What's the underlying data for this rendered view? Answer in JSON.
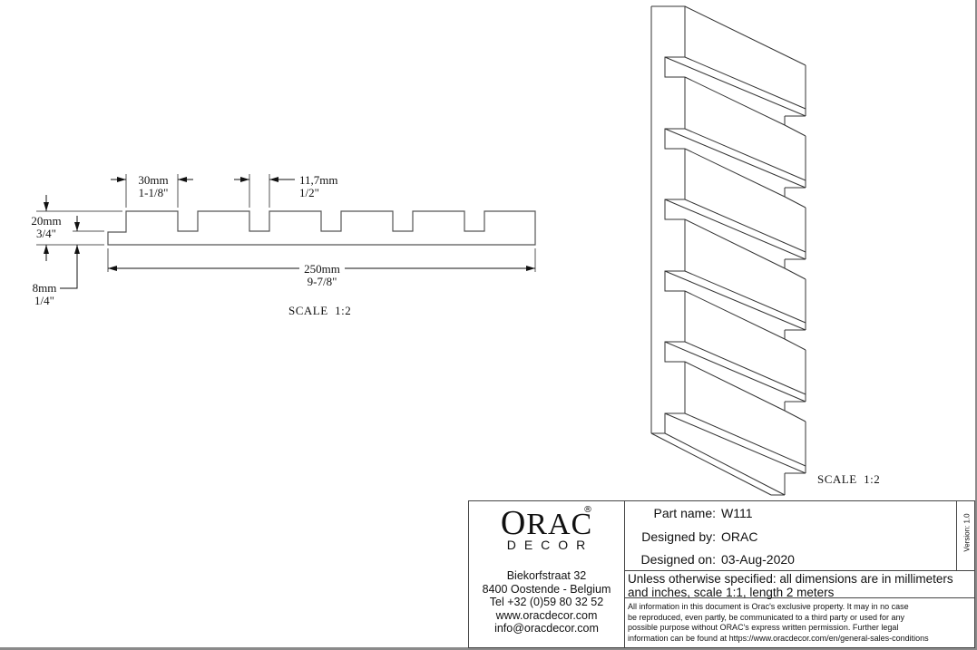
{
  "profile_view": {
    "dimensions": {
      "tooth_width": {
        "mm": "30mm",
        "inch": "1-1/8\""
      },
      "groove_width": {
        "mm": "11,7mm",
        "inch": "1/2\""
      },
      "total_height": {
        "mm": "20mm",
        "inch": "3/4\""
      },
      "base_thickness": {
        "mm": "8mm",
        "inch": "1/4\""
      },
      "total_width": {
        "mm": "250mm",
        "inch": "9-7/8\""
      }
    },
    "scale_label": "SCALE  1:2"
  },
  "iso_view": {
    "scale_label": "SCALE  1:2"
  },
  "title_block": {
    "logo": {
      "brand": "ORAC",
      "brand_first": "O",
      "brand_rest": "RAC",
      "registered": "®",
      "sub": "DECOR"
    },
    "address": {
      "street": "Biekorfstraat 32",
      "city": "8400 Oostende - Belgium",
      "tel": "Tel  +32 (0)59 80 32 52",
      "web": "www.oracdecor.com",
      "email": "info@oracdecor.com"
    },
    "part_name_label": "Part name:",
    "part_name": "W111",
    "designed_by_label": "Designed by:",
    "designed_by": "ORAC",
    "designed_on_label": "Designed on:",
    "designed_on": "03-Aug-2020",
    "version": "Version: 1.0",
    "note_line1": "Unless otherwise specified: all dimensions are in millimeters",
    "note_line2": "and inches, scale 1:1, length 2 meters",
    "legal": [
      "All information in this document is Orac's exclusive property.  It may in no case",
      "be reproduced, even partly, be communicated to a third party or used for any",
      "possible purpose without ORAC's express written permission. Further legal",
      "information can be found at https://www.oracdecor.com/en/general-sales-conditions"
    ]
  }
}
